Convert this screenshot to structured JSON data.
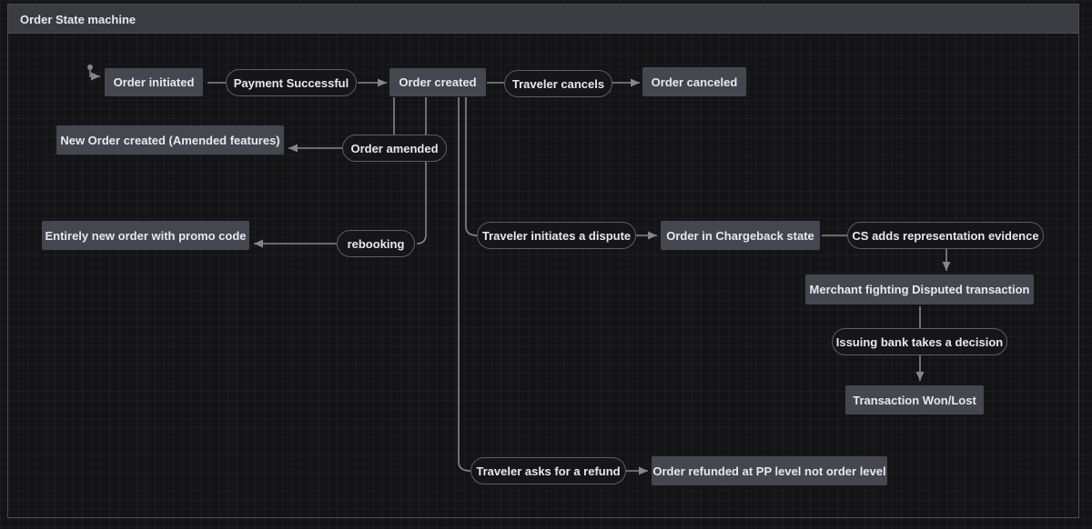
{
  "frame": {
    "title": "Order State machine"
  },
  "states": {
    "order_initiated": "Order initiated",
    "order_created": "Order created",
    "order_canceled": "Order canceled",
    "new_order_amended": "New Order created (Amended features)",
    "new_order_promo": "Entirely new order with promo code",
    "order_chargeback": "Order in Chargeback state",
    "merchant_fighting": "Merchant fighting Disputed transaction",
    "transaction_won_lost": "Transaction Won/Lost",
    "order_refunded": "Order refunded at PP level not order level"
  },
  "events": {
    "payment_successful": "Payment Successful",
    "traveler_cancels": "Traveler cancels",
    "order_amended": "Order amended",
    "rebooking": "rebooking",
    "traveler_dispute": "Traveler initiates a dispute",
    "cs_evidence": "CS adds representation evidence",
    "bank_decision": "Issuing bank takes a decision",
    "traveler_refund": "Traveler asks for a refund"
  },
  "colors": {
    "background": "#141417",
    "frame_header": "#3b3b42",
    "state_fill": "#464650",
    "event_fill": "#16161a",
    "edge": "#85858f",
    "text": "#e8e8ec"
  }
}
